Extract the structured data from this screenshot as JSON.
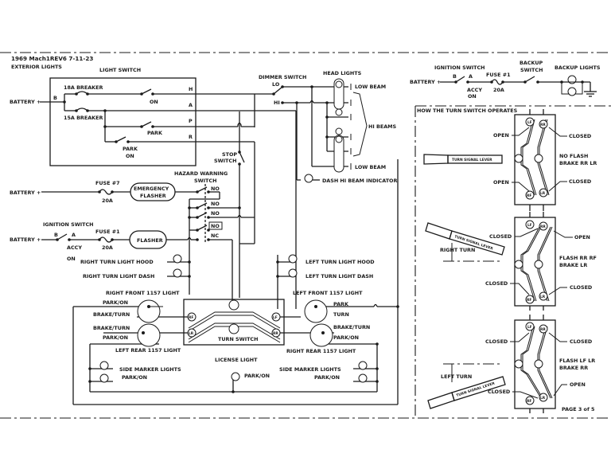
{
  "header": {
    "title": "1969 Mach1REV6 7-11-23",
    "subtitle": "EXTERIOR LIGHTS",
    "page": "PAGE 3 of 5"
  },
  "light_switch": {
    "title": "LIGHT SWITCH",
    "battery": "BATTERY +",
    "terminal_b": "B",
    "breaker_18a": "18A BREAKER",
    "breaker_15a": "15A BREAKER",
    "on": "ON",
    "park": "PARK",
    "park_on_1": "PARK",
    "park_on_2": "ON",
    "terminals": [
      "H",
      "A",
      "P",
      "R"
    ]
  },
  "headlights": {
    "dimmer": "DIMMER SWITCH",
    "lo": "LO",
    "hi": "HI",
    "title": "HEAD LIGHTS",
    "low_beam_top": "LOW BEAM",
    "hi_beams": "HI BEAMS",
    "low_beam_bottom": "LOW BEAM",
    "dash_indicator": "DASH HI BEAM INDICATOR"
  },
  "stop_switch": {
    "line1": "STOP",
    "line2": "SWITCH"
  },
  "hazard": {
    "battery": "BATTERY +",
    "fuse": "FUSE #7",
    "amps": "20A",
    "flasher_1": "EMERGENCY",
    "flasher_2": "FLASHER",
    "switch_1": "HAZARD WARNING",
    "switch_2": "SWITCH",
    "contacts": [
      "NO",
      "NO",
      "NO",
      "NO",
      "NC"
    ]
  },
  "turn_feed": {
    "ignition": "IGNITION SWITCH",
    "battery": "BATTERY +",
    "b": "B",
    "a": "A",
    "fuse": "FUSE #1",
    "amps": "20A",
    "accy": "ACCY",
    "on": "ON",
    "flasher": "FLASHER"
  },
  "indicators": {
    "right_hood": "RIGHT TURN LIGHT HOOD",
    "right_dash": "RIGHT TURN LIGHT DASH",
    "left_hood": "LEFT TURN LIGHT HOOD",
    "left_dash": "LEFT TURN LIGHT DASH"
  },
  "lamps": {
    "right_front": "RIGHT FRONT 1157 LIGHT",
    "left_front": "LEFT FRONT 1157 LIGHT",
    "left_rear": "LEFT REAR 1157 LIGHT",
    "right_rear": "RIGHT REAR 1157 LIGHT",
    "park_on": "PARK/ON",
    "brake_turn": "BRAKE/TURN",
    "park": "PARK",
    "turn": "TURN",
    "side_markers": "SIDE MARKER LIGHTS",
    "license": "LICENSE LIGHT"
  },
  "turn_switch": {
    "title": "TURN SWITCH",
    "rf": "RF",
    "lf": "LF",
    "lr": "LR",
    "rr": "RR"
  },
  "backup": {
    "ignition": "IGNITION SWITCH",
    "battery": "BATTERY +",
    "b": "B",
    "a": "A",
    "fuse": "FUSE #1",
    "amps": "20A",
    "accy": "ACCY",
    "on": "ON",
    "switch_1": "BACKUP",
    "switch_2": "SWITCH",
    "lights": "BACKUP LIGHTS"
  },
  "operation": {
    "title": "HOW THE TURN SWITCH OPERATES",
    "lever": "TURN SIGNAL LEVER",
    "open": "OPEN",
    "closed": "CLOSED",
    "right_turn": "RIGHT TURN",
    "left_turn": "LEFT TURN",
    "state1_1": "NO FLASH",
    "state1_2": "BRAKE RR LR",
    "state2_1": "FLASH RR RF",
    "state2_2": "BRAKE LR",
    "state3_1": "FLASH LF LR",
    "state3_2": "BRAKE RR"
  }
}
